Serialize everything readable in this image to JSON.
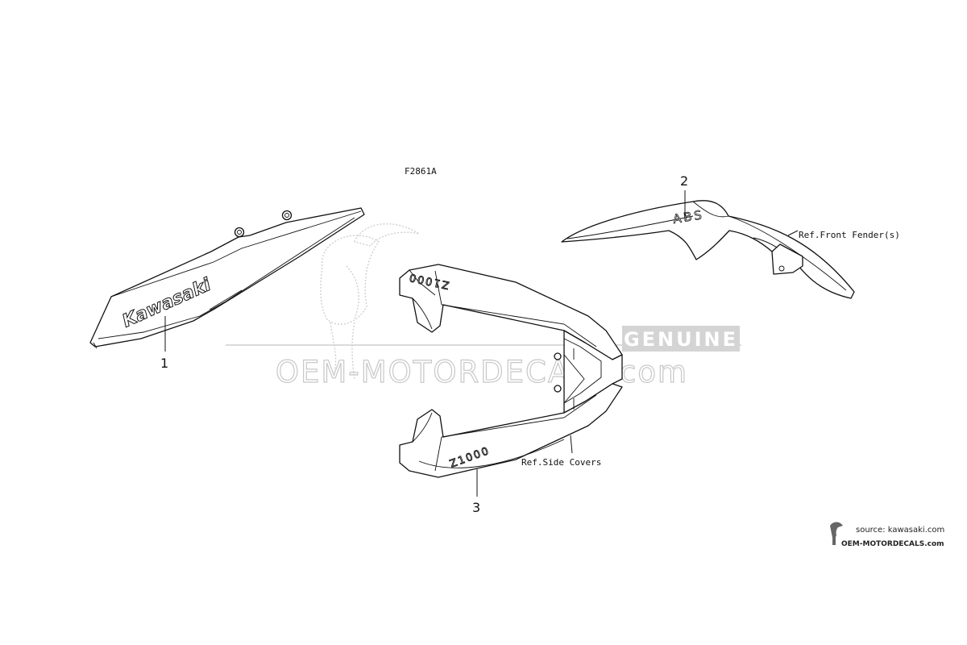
{
  "diagram": {
    "figure_code": "F2861A",
    "parts": [
      {
        "number": "1",
        "decal_text": "Kawasaki"
      },
      {
        "number": "2",
        "decal_text": "ABS"
      },
      {
        "number": "3",
        "decal_text": "Z1000"
      }
    ],
    "upper_decal_text": "Z1000",
    "references": {
      "front_fender": "Ref.Front Fender(s)",
      "side_covers": "Ref.Side Covers"
    }
  },
  "watermark": {
    "brand": "OEM-MOTORDECALS.com",
    "stamp": "GENUINE"
  },
  "credit": {
    "source": "source: kawasaki.com",
    "site": "OEM-MOTORDECALS.com"
  },
  "colors": {
    "line": "#111111",
    "watermark": "#c8c8c8"
  }
}
